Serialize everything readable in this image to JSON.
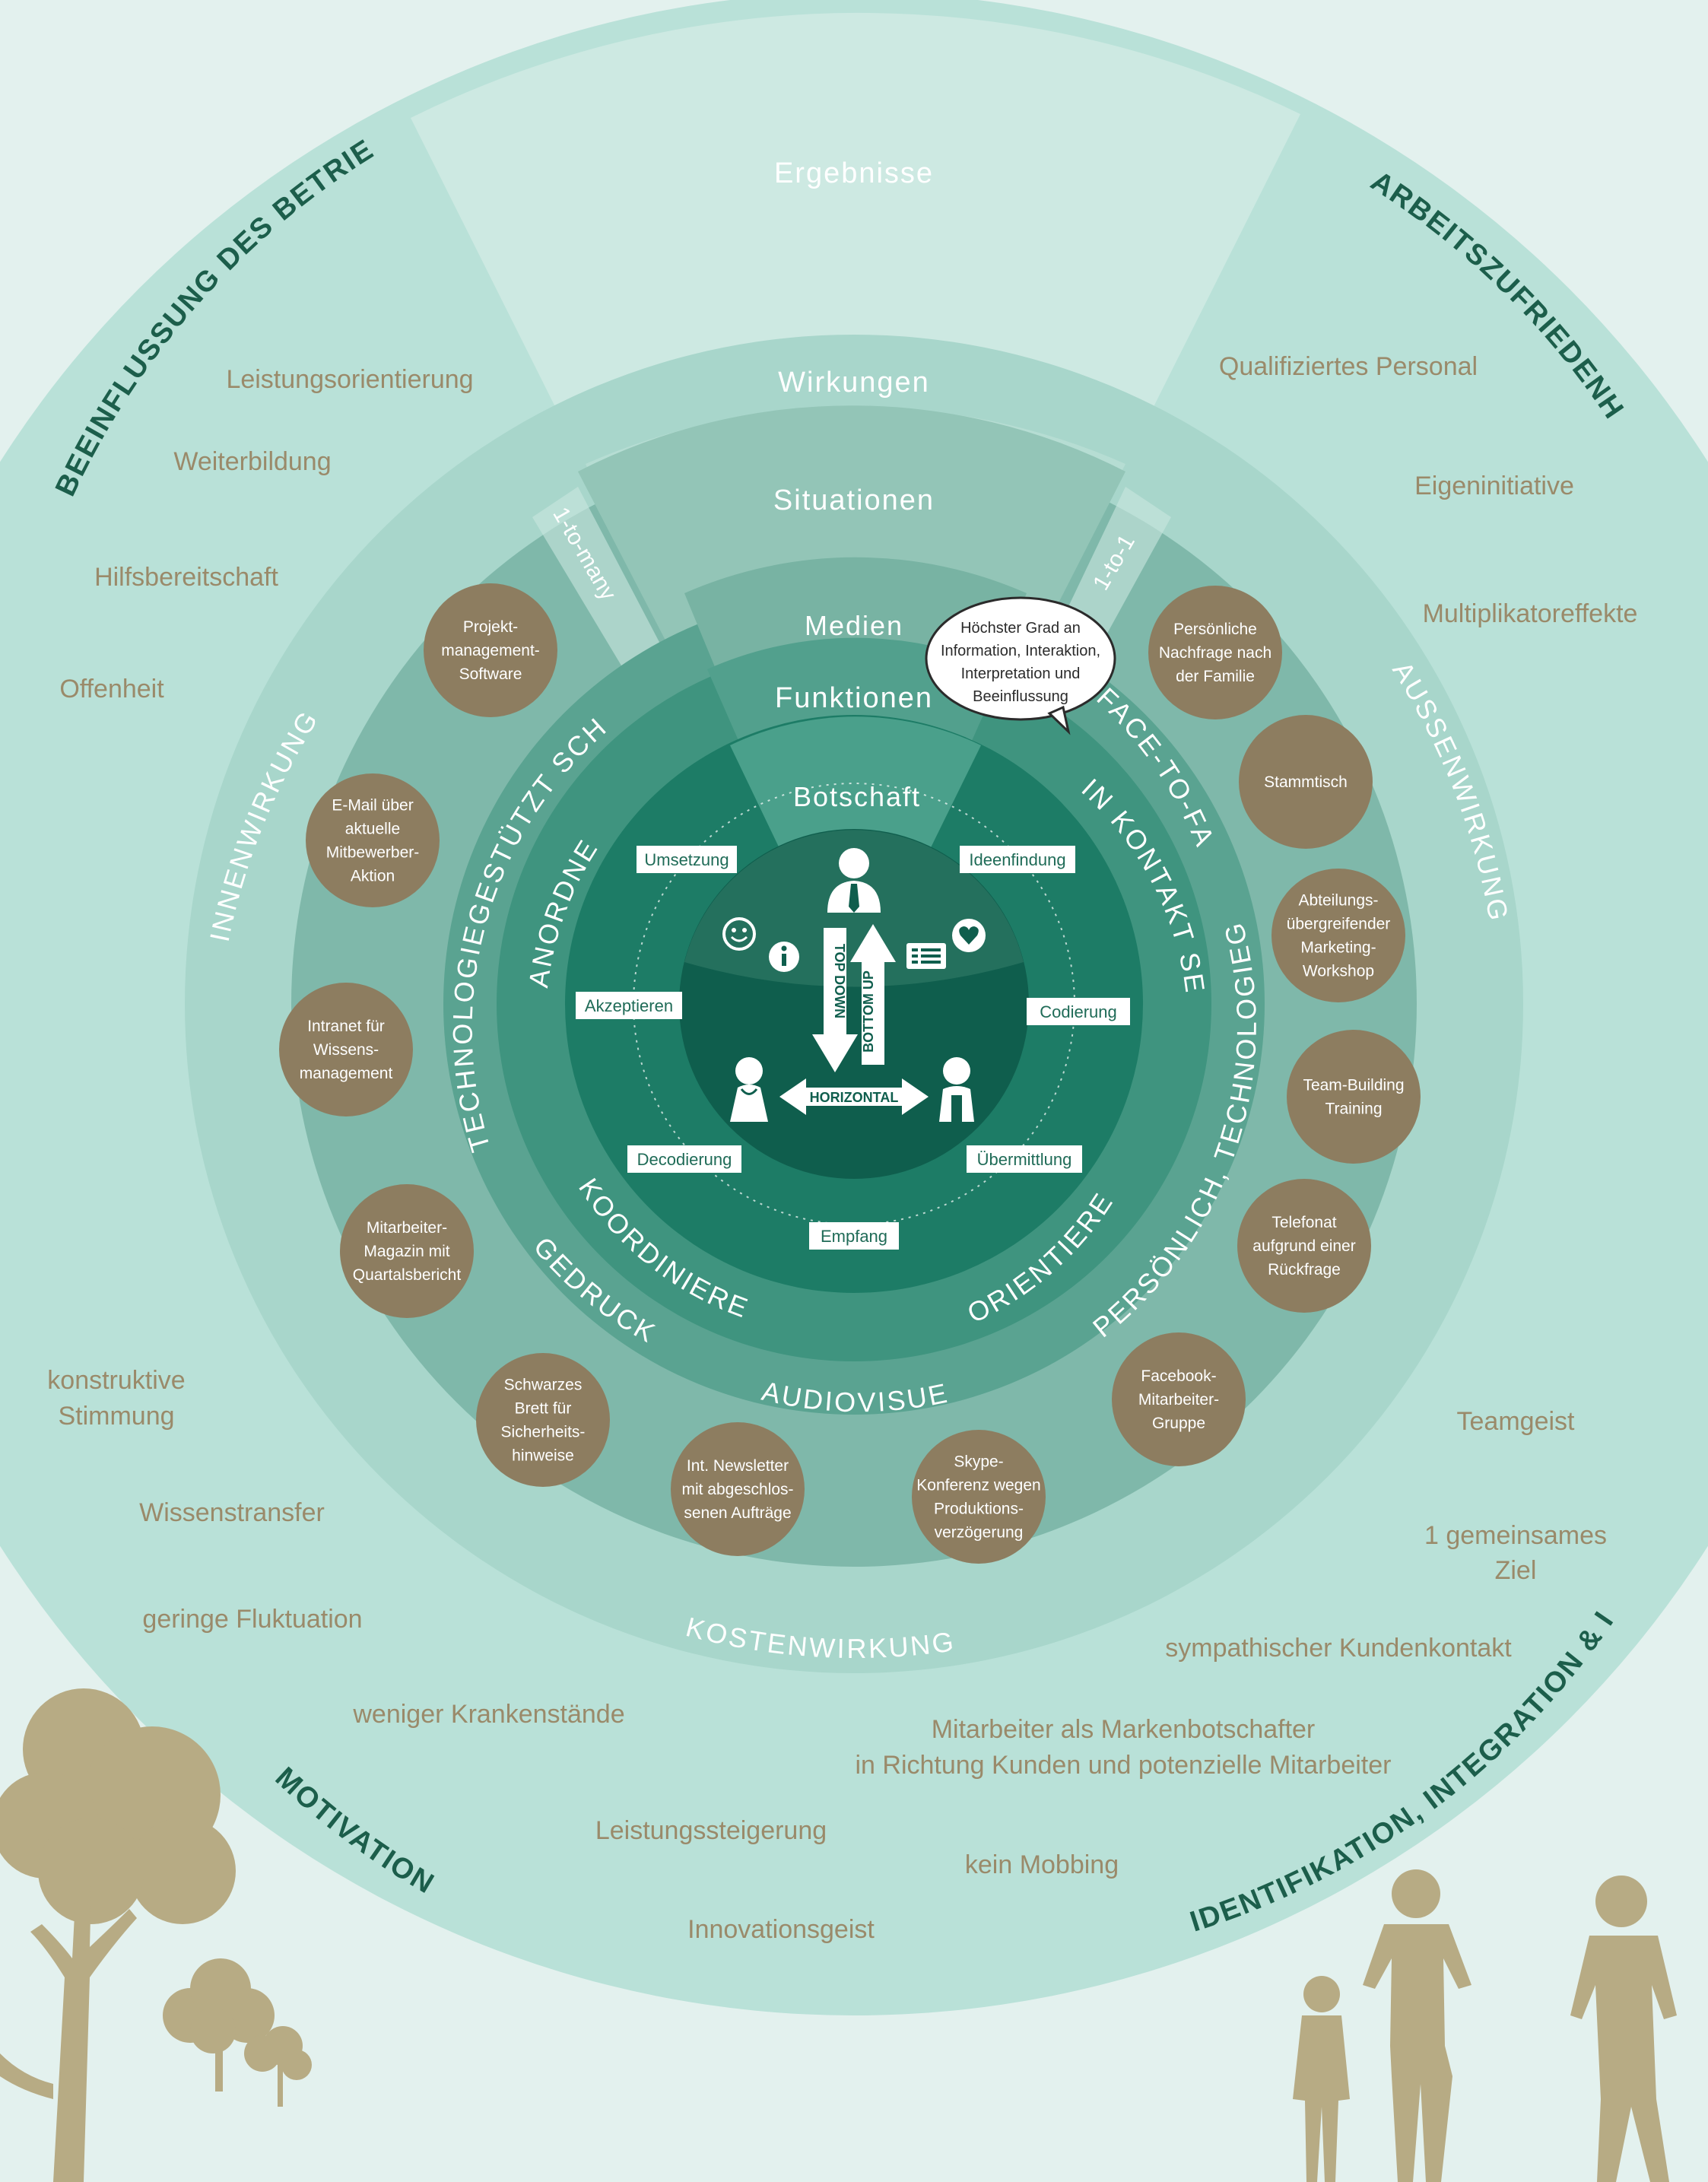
{
  "outer_ring": {
    "top_label": "Ergebnisse",
    "sector_left_title": "Beeinflussung des Betriebsklimas",
    "sector_right_title": "Arbeitszufriedenheit",
    "sector_bottom_left_title": "Motivation",
    "sector_bottom_right_title": "Identifikation, Integration & Interesse",
    "left_items": [
      "Leistungsorientierung",
      "Weiterbildung",
      "Hilfsbereitschaft",
      "Offenheit"
    ],
    "right_items": [
      "Qualifiziertes Personal",
      "Eigeninitiative",
      "Multiplikatoreffekte"
    ],
    "bottom_left_items": [
      "konstruktive",
      "Stimmung",
      "Wissenstransfer",
      "geringe Fluktuation",
      "weniger Krankenstände",
      "Leistungssteigerung",
      "Innovationsgeist"
    ],
    "bottom_right_items": [
      "Teamgeist",
      "1 gemeinsames",
      "Ziel",
      "sympathischer Kundenkontakt",
      "Mitarbeiter als Markenbotschafter",
      "in Richtung Kunden und potenzielle Mitarbeiter",
      "kein Mobbing"
    ]
  },
  "rings": {
    "wirkungen": "Wirkungen",
    "situationen": "Situationen",
    "medien": "Medien",
    "funktionen": "Funktionen",
    "botschaft": "Botschaft",
    "innenwirkung": "Innenwirkung",
    "aussenwirkung": "Aussenwirkung",
    "kostenwirkung": "Kostenwirkung",
    "one_to_many": "1-to-many",
    "one_to_one": "1-to-1",
    "face_to_face": "Face-to-face",
    "tech_schriftlich": "Technologiegestützt schriftlich",
    "persoenlich_tech": "Persönlich, technologiegestützt",
    "gedruckt": "Gedruckt",
    "audiovisuell": "Audiovisuell",
    "anordnen": "Anordnen",
    "in_kontakt_sein": "In Kontakt sein",
    "koordinieren": "Koordinieren",
    "orientieren": "Orientieren"
  },
  "speech_bubble": [
    "Höchster Grad an",
    "Information, Interaktion,",
    "Interpretation und",
    "Beeinflussung"
  ],
  "process_labels": [
    "Umsetzung",
    "Ideenfindung",
    "Akzeptieren",
    "Codierung",
    "Decodierung",
    "Übermittlung",
    "Empfang"
  ],
  "arrows": {
    "top_down": "TOP DOWN",
    "bottom_up": "BOTTOM UP",
    "horizontal": "HORIZONTAL"
  },
  "circles": [
    [
      "Projekt-",
      "management-",
      "Software"
    ],
    [
      "E-Mail über",
      "aktuelle",
      "Mitbewerber-",
      "Aktion"
    ],
    [
      "Intranet für",
      "Wissens-",
      "management"
    ],
    [
      "Mitarbeiter-",
      "Magazin mit",
      "Quartalsbericht"
    ],
    [
      "Schwarzes",
      "Brett für",
      "Sicherheits-",
      "hinweise"
    ],
    [
      "Int. Newsletter",
      "mit abgeschlos-",
      "senen Aufträge"
    ],
    [
      "Skype-",
      "Konferenz wegen",
      "Produktions-",
      "verzögerung"
    ],
    [
      "Facebook-",
      "Mitarbeiter-",
      "Gruppe"
    ],
    [
      "Telefonat",
      "aufgrund einer",
      "Rückfrage"
    ],
    [
      "Team-Building",
      "Training"
    ],
    [
      "Abteilungs-",
      "übergreifender",
      "Marketing-",
      "Workshop"
    ],
    [
      "Stammtisch"
    ],
    [
      "Persönliche",
      "Nachfrage nach",
      "der Familie"
    ]
  ],
  "colors": {
    "background": "#e3f1ee",
    "outer_ring": "#b9e1d8",
    "top_sector": "#cde9e2",
    "ring_situationen": "#93c5b7",
    "ring_medien": "#78b3a3",
    "ring_funktionen": "#3f947f",
    "ring_botschaft": "#1d7c66",
    "core": "#0f5e4d",
    "circles": "#8d7d60",
    "silhouette": "#b7ab84"
  }
}
